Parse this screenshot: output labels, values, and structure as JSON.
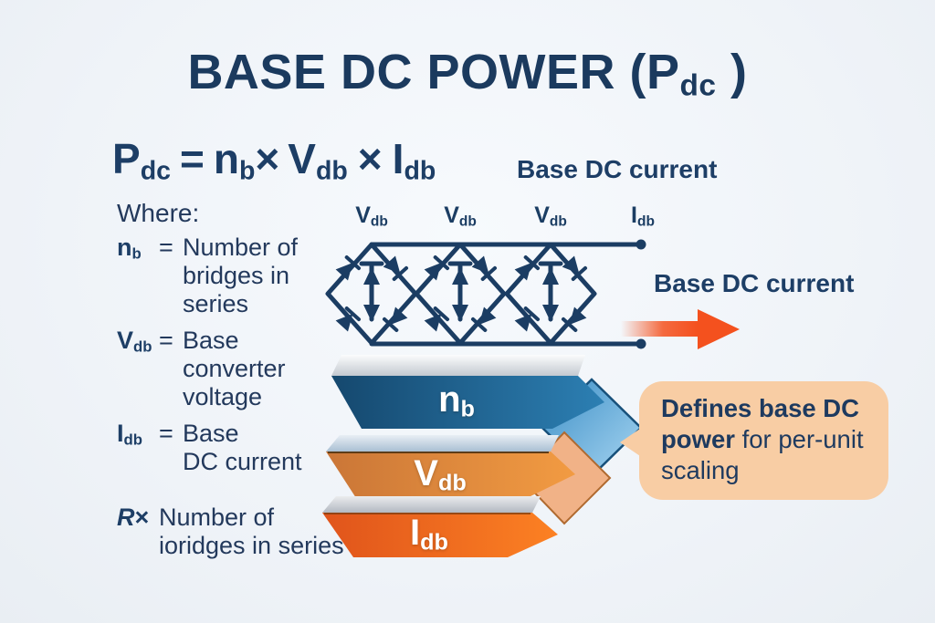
{
  "colors": {
    "background": "#f1f5f9",
    "navy_text": "#1d3e66",
    "circuit_stroke": "#1b3d63",
    "arrow_orange": "#f4511e",
    "bubble_peach": "#f8cda4",
    "banner_blue_left": "#15486e",
    "banner_blue_right": "#2c7fb3",
    "banner_orange_left": "#ca7637",
    "banner_orange_right": "#f29b42",
    "banner_orange2_left": "#e0541b",
    "banner_orange2_right": "#fc8123"
  },
  "title": {
    "main": "BASE DC POWER (P",
    "sub": "dc",
    "suffix": " )"
  },
  "formula": {
    "p": "P",
    "p_sub": "dc",
    "eq": "=",
    "n": "n",
    "n_sub": "b",
    "times1": "×",
    "v": "V",
    "v_sub": "db",
    "times2": "×",
    "i": "I",
    "i_sub": "db",
    "annotation": "Base DC current"
  },
  "where": {
    "heading": "Where:",
    "items": [
      {
        "sym": "n",
        "sub": "b",
        "eq": "=",
        "lines": [
          "Number of",
          "bridges in",
          "series"
        ]
      },
      {
        "sym": "V",
        "sub": "db",
        "eq": "=",
        "lines": [
          "Base",
          "converter",
          "voltage"
        ]
      },
      {
        "sym": "I",
        "sub": "db",
        "eq": "=",
        "lines": [
          "Base",
          "DC current"
        ]
      }
    ],
    "note": {
      "sym": "R",
      "times": "×",
      "lines": [
        "Number of",
        "ioridges in series"
      ]
    }
  },
  "circuit": {
    "labels": [
      {
        "main": "V",
        "sub": "db"
      },
      {
        "main": "V",
        "sub": "db"
      },
      {
        "main": "V",
        "sub": "db"
      },
      {
        "main": "I",
        "sub": "db"
      }
    ],
    "current_label": "Base DC current"
  },
  "banners": [
    {
      "main": "n",
      "sub": "b"
    },
    {
      "main": "V",
      "sub": "db"
    },
    {
      "main": "I",
      "sub": "db"
    }
  ],
  "callout": {
    "bold": "Defines base DC power",
    "regular": " for per-unit scaling"
  }
}
